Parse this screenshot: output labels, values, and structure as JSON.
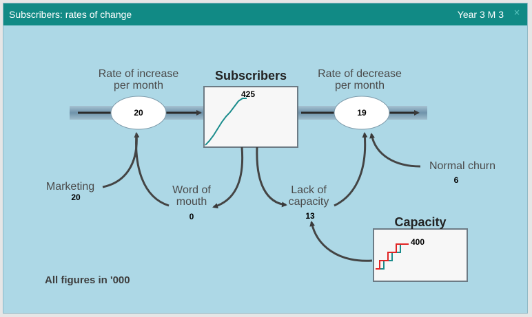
{
  "window": {
    "title": "Subscribers: rates of change",
    "period": "Year 3 M 3",
    "close_glyph": "×"
  },
  "inflow": {
    "label": "Rate of increase\nper month",
    "value": "20"
  },
  "outflow": {
    "label": "Rate of decrease\nper month",
    "value": "19"
  },
  "stock": {
    "title": "Subscribers",
    "value": "425"
  },
  "capacity": {
    "title": "Capacity",
    "value": "400"
  },
  "marketing": {
    "label": "Marketing",
    "value": "20"
  },
  "word_of_mouth": {
    "label": "Word of\nmouth",
    "value": "0"
  },
  "lack_of_capacity": {
    "label": "Lack of\ncapacity",
    "value": "13"
  },
  "normal_churn": {
    "label": "Normal churn",
    "value": "6"
  },
  "footnote": "All figures in '000",
  "colors": {
    "titlebar": "#118a85",
    "background": "#add8e6",
    "subscribers_line": "#1a8c8c",
    "capacity_line_teal": "#1a8c8c",
    "capacity_line_red": "#e02424"
  },
  "chart_data": [
    {
      "type": "line",
      "title": "Subscribers",
      "series": [
        {
          "values": [
            0,
            40,
            90,
            150,
            210,
            260,
            300,
            350,
            400,
            425,
            425
          ]
        }
      ],
      "data_label": "425"
    },
    {
      "type": "line",
      "title": "Capacity",
      "series": [
        {
          "values": [
            100,
            100,
            200,
            200,
            300,
            300,
            400,
            400,
            400
          ]
        },
        {
          "values": [
            100,
            200,
            200,
            300,
            300,
            400,
            400,
            400,
            400
          ]
        }
      ],
      "data_label": "400"
    }
  ]
}
